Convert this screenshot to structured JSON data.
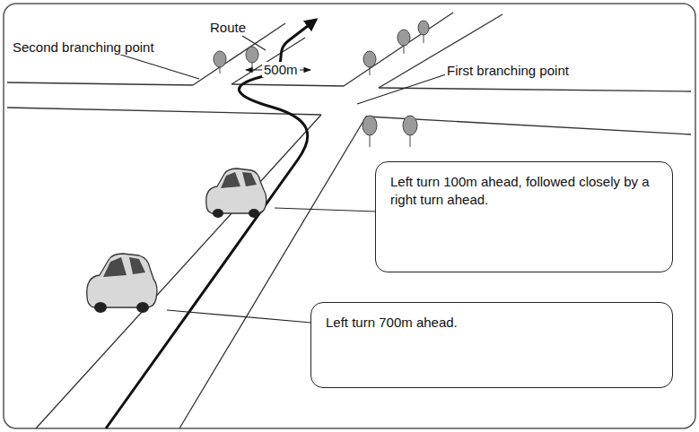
{
  "diagram": {
    "nodes": [
      {
        "text": [
          "Left turn 100m ahead, followed closely by a right turn ahead."
        ]
      },
      {
        "text": [
          "Left turn 700m ahead."
        ]
      }
    ],
    "labels": [
      "Route",
      "Second branching point",
      "500m",
      "First branching point"
    ]
  }
}
